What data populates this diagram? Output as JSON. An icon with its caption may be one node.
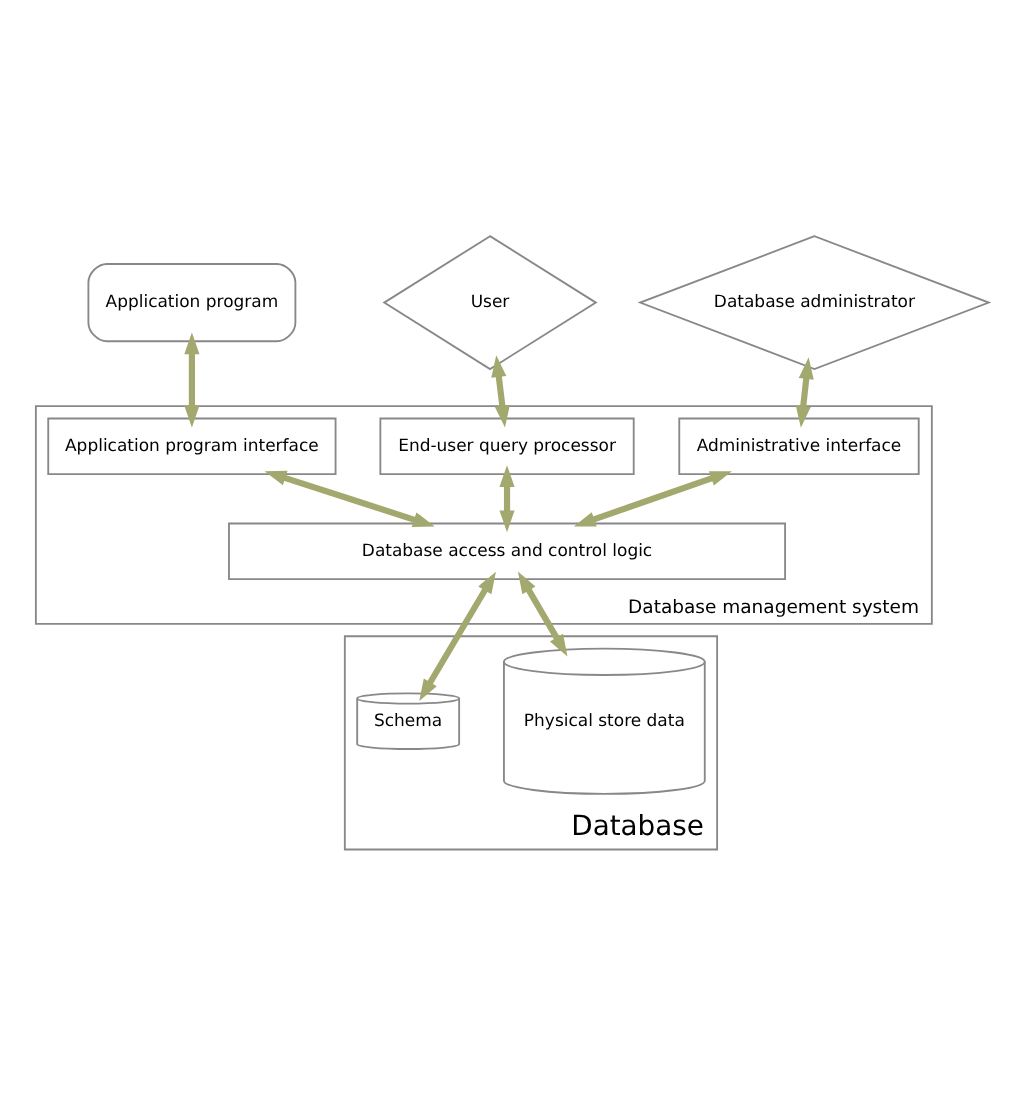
{
  "diagram": {
    "nodes": [
      {
        "text": [
          "Application program"
        ]
      },
      {
        "text": [
          "User"
        ]
      },
      {
        "text": [
          "Database administrator"
        ]
      },
      {
        "text": [
          "Database management system"
        ]
      },
      {
        "text": [
          "Application program interface"
        ],
        "in": 3
      },
      {
        "text": [
          "End-user query processor"
        ],
        "in": 3
      },
      {
        "text": [
          "Administrative interface"
        ],
        "in": 3
      },
      {
        "text": [
          "Database access and control logic"
        ],
        "in": 3
      },
      {
        "text": [
          "Database"
        ]
      },
      {
        "text": [
          "Physical store data"
        ],
        "in": 8
      },
      {
        "text": [
          "Schema"
        ],
        "in": 8
      }
    ],
    "edges": [
      {
        "from": 0,
        "to": 4,
        "arrow": "both"
      },
      {
        "from": 1,
        "to": 5,
        "arrow": "both"
      },
      {
        "from": 2,
        "to": 6,
        "arrow": "both"
      },
      {
        "from": 4,
        "to": 7,
        "arrow": "both"
      },
      {
        "from": 5,
        "to": 7,
        "arrow": "both"
      },
      {
        "from": 6,
        "to": 7,
        "arrow": "both"
      },
      {
        "from": 7,
        "to": 9,
        "arrow": "both"
      },
      {
        "from": 7,
        "to": 10,
        "arrow": "both"
      }
    ]
  }
}
